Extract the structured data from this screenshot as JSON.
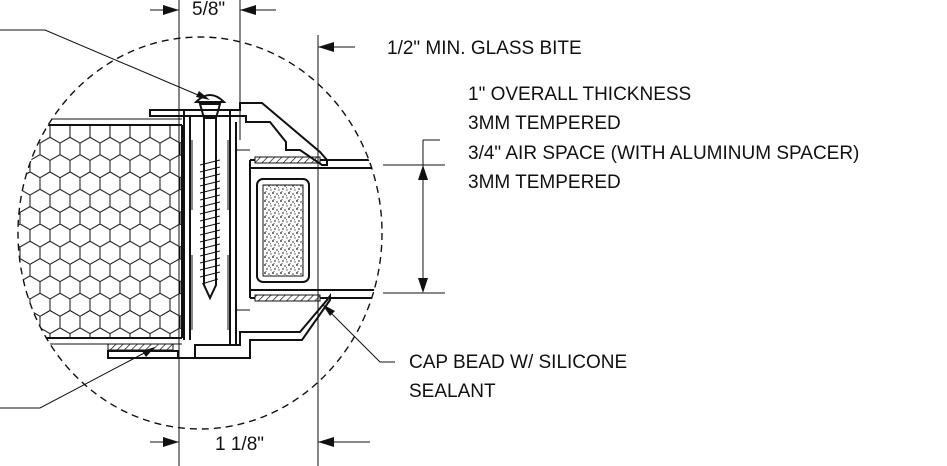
{
  "dimensions": {
    "top": "5/8\"",
    "bottom": "1 1/8\""
  },
  "notes": {
    "glass_bite": "1/2\" MIN. GLASS BITE",
    "glazing_spec": [
      "1\" OVERALL THICKNESS",
      "3MM TEMPERED",
      "3/4\" AIR SPACE (WITH ALUMINUM SPACER)",
      "3MM TEMPERED"
    ],
    "cap_bead": [
      "CAP BEAD W/ SILICONE",
      "SEALANT"
    ]
  }
}
